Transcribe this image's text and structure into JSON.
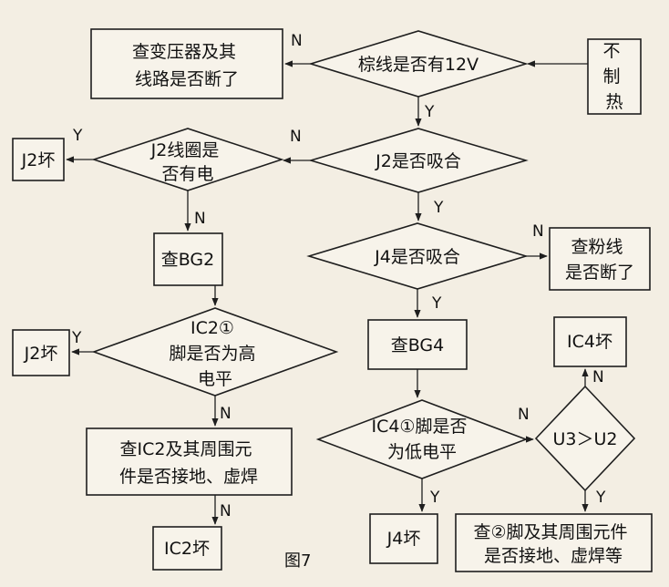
{
  "caption": "图7",
  "nodes": {
    "no_heat": [
      "不",
      "制",
      "热"
    ],
    "palm_line": "棕线是否有12V",
    "check_transformer": [
      "查变压器及其",
      "线路是否断了"
    ],
    "j2_engaged": "J2是否吸合",
    "j2_coil": [
      "J2线圈是",
      "否有电"
    ],
    "j2_bad_1": "J2坏",
    "check_bg2": "查BG2",
    "ic2_pin": [
      "IC2①",
      "脚是否为高",
      "电平"
    ],
    "j2_bad_2": "J2坏",
    "check_ic2": [
      "查IC2及其周围元",
      "件是否接地、虚焊"
    ],
    "ic2_bad": "IC2坏",
    "j4_engaged": "J4是否吸合",
    "check_pink": [
      "查粉线",
      "是否断了"
    ],
    "check_bg4": "查BG4",
    "ic4_pin": [
      "IC4①脚是否",
      "为低电平"
    ],
    "j4_bad": "J4坏",
    "u3_u2": "U3＞U2",
    "ic4_bad": "IC4坏",
    "check_pin2": [
      "查②脚及其周围元件",
      "是否接地、虚焊等"
    ]
  },
  "edge_labels": {
    "y": "Y",
    "n": "N"
  }
}
